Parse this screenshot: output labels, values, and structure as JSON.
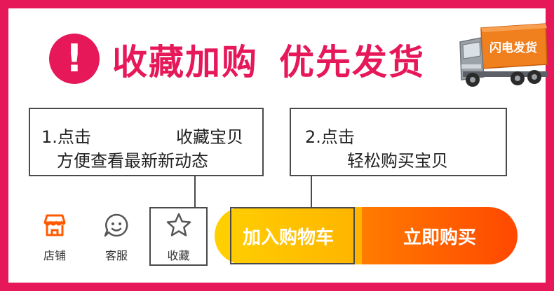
{
  "header": {
    "alert_mark": "!",
    "headline_left": "收藏加购",
    "headline_right": "优先发货",
    "truck_sign": "闪电发货"
  },
  "callouts": {
    "step1": {
      "number": "1.点击",
      "target": "收藏宝贝",
      "desc": "方便查看最新新动态"
    },
    "step2": {
      "number": "2.点击",
      "desc": "轻松购买宝贝"
    }
  },
  "toolbar": {
    "shop_label": "店铺",
    "service_label": "客服",
    "favorite_label": "收藏",
    "add_to_cart_label": "加入购物车",
    "buy_now_label": "立即购买"
  },
  "colors": {
    "accent": "#e6185a",
    "icon": "#ff5a00",
    "cart_button": "#ffc400",
    "buy_button": "#ff5a00"
  }
}
